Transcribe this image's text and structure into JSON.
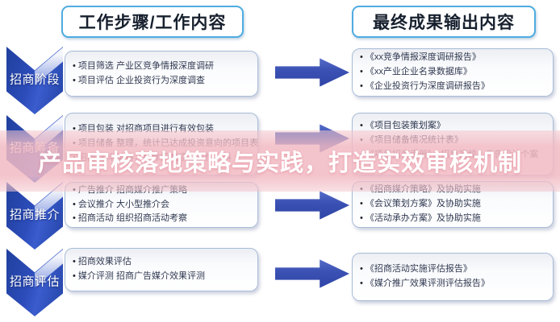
{
  "banner": {
    "text": "产品审核落地策略与实践，打造实效审核机制"
  },
  "headers": {
    "left": "工作步骤/工作内容",
    "right": "最终成果输出内容"
  },
  "stages": [
    {
      "label": "招商阶段",
      "steps": [
        "项目筛选 产业区竞争情报深度调研",
        "项目评估 企业投资行为深度调查"
      ],
      "outputs": [
        "《xx竞争情报深度调研报告》",
        "《xx产业企业名录数据库》",
        "《企业投资行为深度调研报告》"
      ]
    },
    {
      "label": "招商筹备",
      "steps": [
        "项目包装 对招商项目进行有效包装",
        "项目储备 整理，统计已达成投资意向的项目表",
        "招商材料 编排，制作招商项目宣传材料"
      ],
      "outputs": [
        "《项目包装策划案》",
        "《项目储备情况统计表》",
        "《项目招商手册》、招商视频、广告设计个案"
      ]
    },
    {
      "label": "招商推介",
      "steps": [
        "广告推介 招商媒介推广策略",
        "会议推介 大小型推介会",
        "招商活动 组织招商活动考察"
      ],
      "outputs": [
        "《招商媒介策略》及协助实施",
        "《会议策划方案》及协助实施",
        "《活动承办方案》及协助实施"
      ]
    },
    {
      "label": "招商评估",
      "steps": [
        "招商效果评估",
        "媒介评测 招商广告媒介效果评测"
      ],
      "outputs": [
        "《招商活动实施评估报告》",
        "《媒介推广效果评测评估报告》"
      ]
    }
  ],
  "colors": {
    "chevron_blue": "#2C4CBA",
    "arrow_blue": "#3A50B2",
    "header_border": "#4FACE0",
    "box_border": "#A8BCD8",
    "banner_pink": "#F2BAC3",
    "banner_text": "#FFFFFF",
    "body_text": "#2F3850"
  }
}
